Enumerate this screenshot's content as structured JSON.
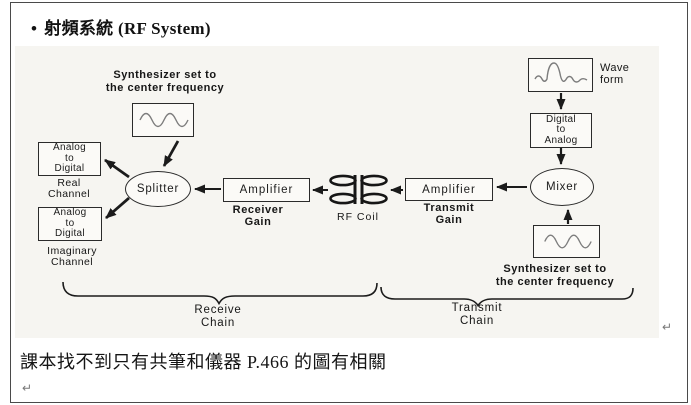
{
  "page": {
    "bullet": "•",
    "title": "射頻系統 (RF System)",
    "note": "課本找不到只有共筆和儀器 P.466 的圖有相關",
    "return_mark": "↵"
  },
  "diagram": {
    "synth_top_caption": "Synthesizer set to\nthe center frequency",
    "adc_real_label": "Analog\nto\nDigital",
    "real_channel": "Real\nChannel",
    "adc_imag_label": "Analog\nto\nDigital",
    "imaginary_channel": "Imaginary\nChannel",
    "splitter": "Splitter",
    "amp_rx": "Amplifier",
    "receiver_gain": "Receiver\nGain",
    "rf_coil": "RF Coil",
    "amp_tx": "Amplifier",
    "transmit_gain": "Transmit\nGain",
    "mixer": "Mixer",
    "waveform_label": "Wave\nform",
    "dac_label": "Digital\nto\nAnalog",
    "synth_bottom_caption": "Synthesizer set to\nthe center frequency",
    "receive_chain": "Receive\nChain",
    "transmit_chain": "Transmit\nChain"
  },
  "colors": {
    "ink": "#1b1b1b",
    "scan_background": "#f6f5f1",
    "page_border": "#4a4a4a"
  }
}
